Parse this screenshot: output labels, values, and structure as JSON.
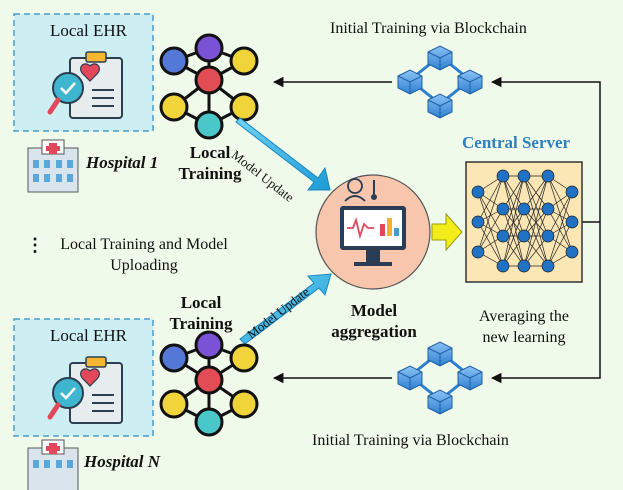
{
  "top": {
    "ehr_label": "Local EHR",
    "hospital": "Hospital 1",
    "training": [
      "Local",
      "Training"
    ],
    "blockchain_label": "Initial Training via Blockchain",
    "update_label": "Model Update"
  },
  "middle": {
    "ellipsis": "⋮",
    "text_line1": "Local Training and Model",
    "text_line2": "Uploading"
  },
  "bottom": {
    "ehr_label": "Local EHR",
    "hospital": "Hospital N",
    "training": [
      "Local",
      "Training"
    ],
    "blockchain_label": "Initial Training via Blockchain",
    "update_label": "Model Update"
  },
  "center": {
    "aggregation": [
      "Model",
      "aggregation"
    ]
  },
  "server": {
    "title": "Central Server",
    "caption": [
      "Averaging the",
      "new learning"
    ]
  },
  "colors": {
    "background": "#f0faea",
    "ehr_box": "#cdeef2",
    "server_box": "#fbe7b5",
    "accent_blue": "#2f7fc1",
    "arrow_cyan": "#3fb7e4"
  }
}
